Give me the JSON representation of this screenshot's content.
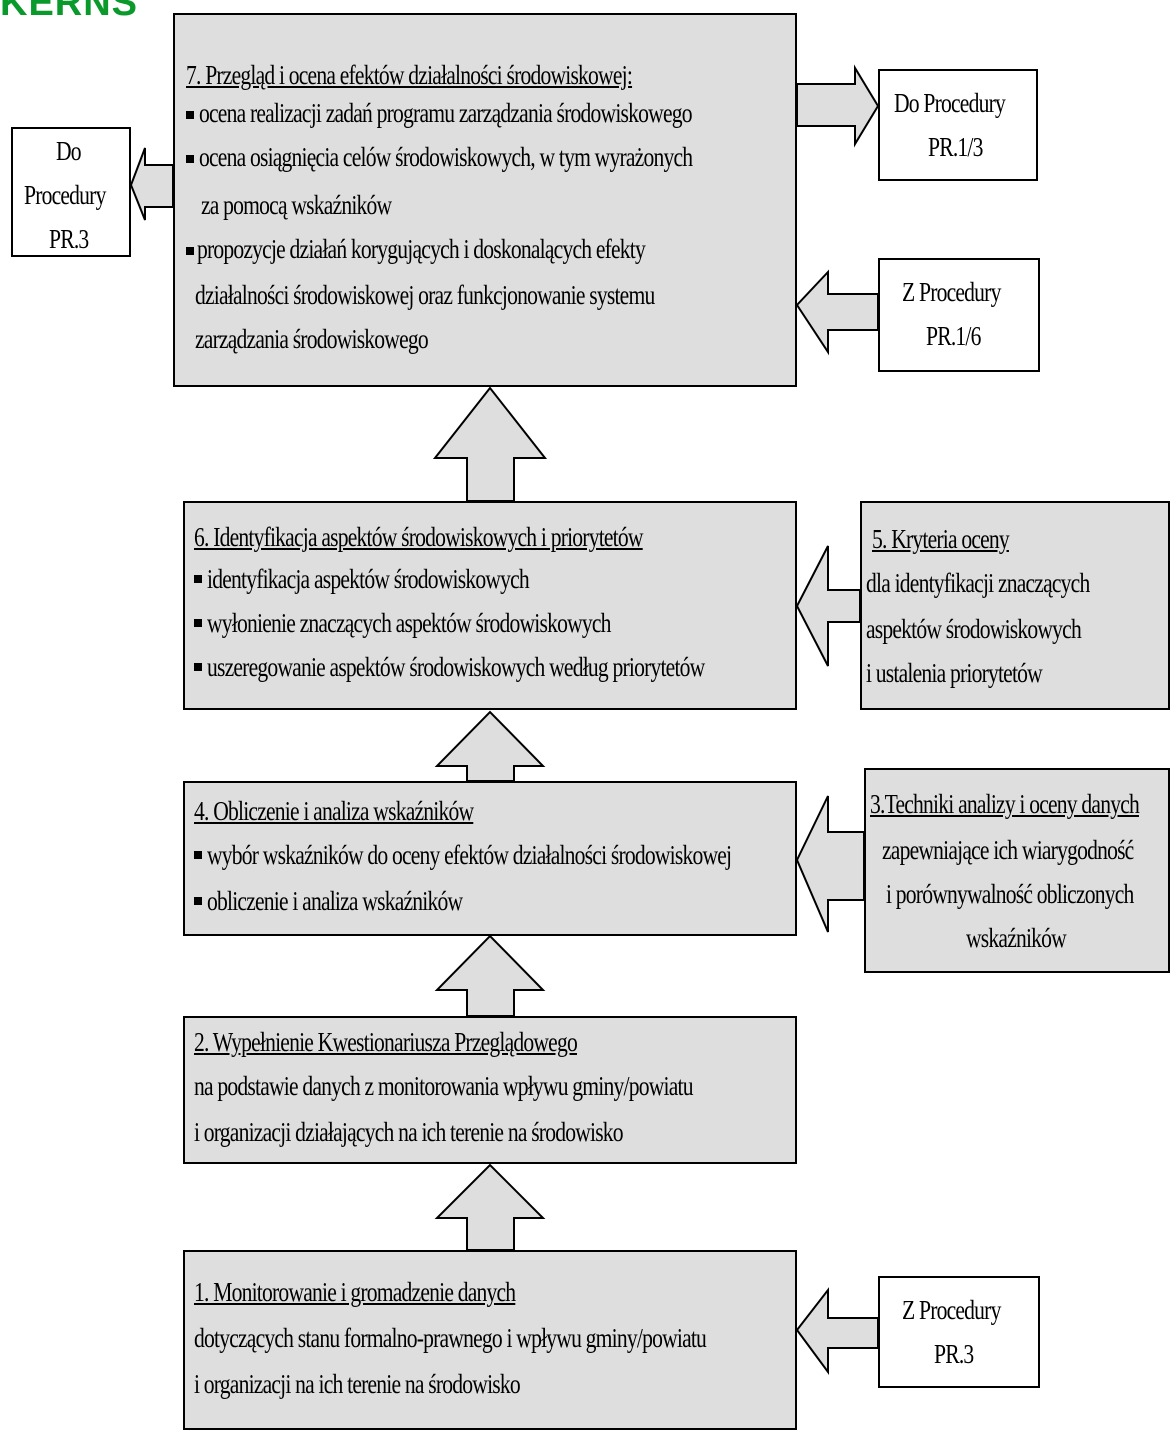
{
  "logo_text": "KERNS",
  "box7": {
    "title": "7. Przegląd i ocena  efektów działalności  środowiskowej:",
    "line1": "ocena  realizacji zadań programu zarządzania  środowiskowego",
    "line2": "ocena osiągnięcia celów środowiskowych, w tym wyrażonych",
    "line3": "za pomocą wskaźników",
    "line4": " propozycje działań korygujących i doskonalących  efekty",
    "line5": "działalności środowiskowej oraz funkcjonowanie systemu",
    "line6": "zarządzania środowiskowego"
  },
  "box6": {
    "title": "6. Identyfikacja aspektów środowiskowych i priorytetów",
    "line1": "identyfikacja aspektów środowiskowych",
    "line2": "wyłonienie znaczących aspektów środowiskowych",
    "line3": "uszeregowanie aspektów środowiskowych według priorytetów"
  },
  "box5": {
    "title": "5. Kryteria oceny",
    "line1": "dla identyfikacji znaczących",
    "line2": "aspektów środowiskowych",
    "line3": "i ustalenia priorytetów"
  },
  "box4": {
    "title": "4. Obliczenie  i analiza wskaźników",
    "line1": "wybór  wskaźników do oceny efektów  działalności środowiskowej",
    "line2": "obliczenie i analiza wskaźników"
  },
  "box3": {
    "title": "3.Techniki  analizy i oceny danych",
    "line1": "zapewniające ich wiarygodność",
    "line2": "i porównywalność obliczonych",
    "line3": "wskaźników"
  },
  "box2": {
    "title": "2. Wypełnienie Kwestionariusza Przeglądowego",
    "line1": "na podstawie danych z monitorowania wpływu gminy/powiatu",
    "line2": "i organizacji działających na ich terenie na środowisko"
  },
  "box1": {
    "title": "1. Monitorowanie i gromadzenie danych",
    "line1": "dotyczących stanu formalno-prawnego i wpływu gminy/powiatu",
    "line2": "i organizacji na ich terenie na środowisko"
  },
  "ref_do_pr3": {
    "line1": "Do",
    "line2": "Procedury",
    "line3": "PR.3"
  },
  "ref_do_pr13": {
    "line1": "Do Procedury",
    "line2": "PR.1/3"
  },
  "ref_z_pr16": {
    "line1": "Z Procedury",
    "line2": "PR.1/6"
  },
  "ref_z_pr3": {
    "line1": "Z Procedury",
    "line2": "PR.3"
  }
}
